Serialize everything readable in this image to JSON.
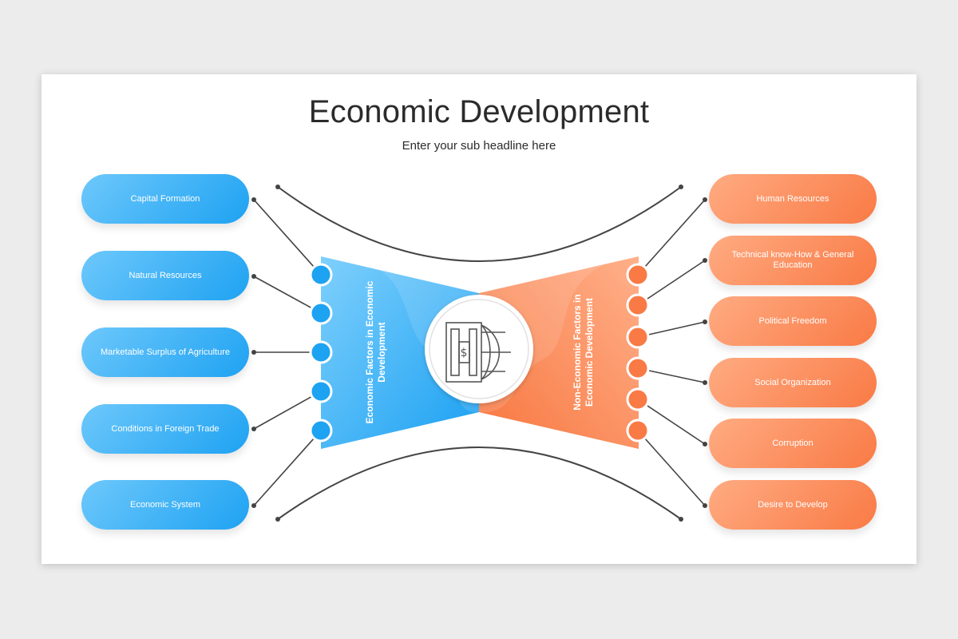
{
  "title": "Economic Development",
  "subtitle": "Enter your sub headline here",
  "left": {
    "label": "Economic Factors in Economic Development",
    "color": "#1ea2f2",
    "items": [
      "Capital Formation",
      "Natural Resources",
      "Marketable Surplus of Agriculture",
      "Conditions in Foreign Trade",
      "Economic System"
    ]
  },
  "right": {
    "label": "Non-Economic Factors in Economic Development",
    "color": "#f97a45",
    "items": [
      "Human Resources",
      "Technical know-How & General Education",
      "Political Freedom",
      "Social Organization",
      "Corruption",
      "Desire to Develop"
    ]
  },
  "center_icon": "bank-globe-dollar-icon"
}
